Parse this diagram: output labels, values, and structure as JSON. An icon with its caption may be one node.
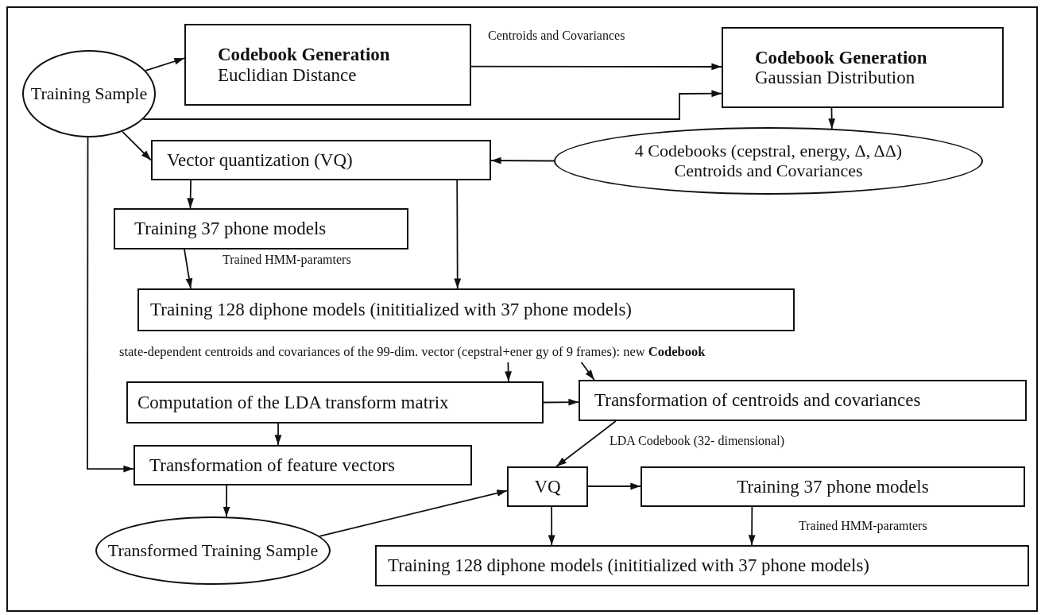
{
  "diagram": {
    "nodes": [
      {
        "text": [
          "Training Sample"
        ]
      },
      {
        "text": [
          "Codebook Generation",
          "Euclidian Distance"
        ]
      },
      {
        "text": [
          "Codebook Generation",
          "Gaussian Distribution"
        ]
      },
      {
        "text": [
          "4 Codebooks (cepstral, energy, Δ, ΔΔ)",
          "Centroids and Covariances"
        ]
      },
      {
        "text": [
          "Vector quantization (VQ)"
        ]
      },
      {
        "text": [
          "Training 37 phone models"
        ]
      },
      {
        "text": [
          "Training 128 diphone models (inititialized with 37 phone models)"
        ]
      },
      {
        "text": [
          "state-dependent centroids and covariances of the 99-dim. vector (cepstral+ener gy of 9 frames): new **Codebook**"
        ]
      },
      {
        "text": [
          "Computation of the LDA transform matrix"
        ]
      },
      {
        "text": [
          "Transformation of centroids and covariances"
        ]
      },
      {
        "text": [
          "Transformation of feature vectors"
        ]
      },
      {
        "text": [
          "VQ"
        ]
      },
      {
        "text": [
          "Training 37 phone models"
        ]
      },
      {
        "text": [
          "Transformed Training Sample"
        ]
      },
      {
        "text": [
          "Training 128 diphone models (inititialized with 37 phone models)"
        ]
      }
    ],
    "edges": [
      {
        "from": 0,
        "to": 1,
        "arrow": "to"
      },
      {
        "from": 1,
        "to": 2,
        "arrow": "to",
        "label": "Centroids and Covariances"
      },
      {
        "from": 0,
        "to": 2,
        "arrow": "to"
      },
      {
        "from": 2,
        "to": 3,
        "arrow": "to"
      },
      {
        "from": 3,
        "to": 4,
        "arrow": "to"
      },
      {
        "from": 0,
        "to": 4,
        "arrow": "to"
      },
      {
        "from": 4,
        "to": 5,
        "arrow": "to"
      },
      {
        "from": 4,
        "to": 6,
        "arrow": "to"
      },
      {
        "from": 5,
        "to": 6,
        "arrow": "to",
        "label": "Trained HMM-paramters"
      },
      {
        "from": 7,
        "to": 8,
        "arrow": "to"
      },
      {
        "from": 7,
        "to": 9,
        "arrow": "to"
      },
      {
        "from": 8,
        "to": 9,
        "arrow": "to"
      },
      {
        "from": 8,
        "to": 10,
        "arrow": "to"
      },
      {
        "from": 0,
        "to": 10,
        "arrow": "to"
      },
      {
        "from": 10,
        "to": 13,
        "arrow": "to"
      },
      {
        "from": 13,
        "to": 11,
        "arrow": "to"
      },
      {
        "from": 9,
        "to": 11,
        "arrow": "to",
        "label": "LDA Codebook (32- dimensional)"
      },
      {
        "from": 11,
        "to": 12,
        "arrow": "to"
      },
      {
        "from": 11,
        "to": 14,
        "arrow": "to"
      },
      {
        "from": 12,
        "to": 14,
        "arrow": "to",
        "label": "Trained HMM-paramters"
      }
    ]
  }
}
